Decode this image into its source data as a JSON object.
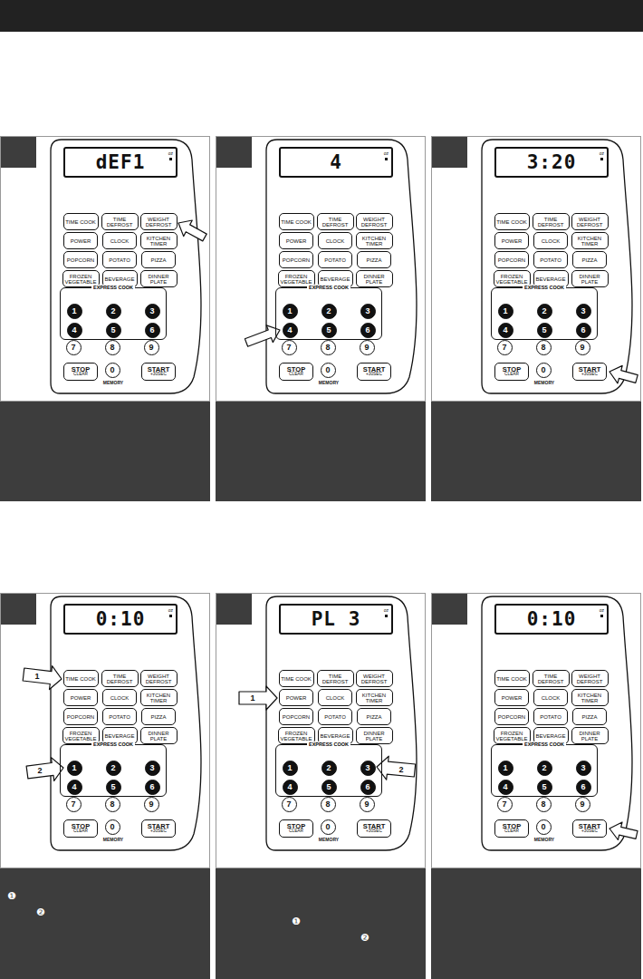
{
  "diagram": {
    "nodes": [
      {
        "text": [
          "dEF1",
          "oz"
        ]
      },
      {
        "text": [
          "TIME COOK"
        ]
      },
      {
        "text": [
          "TIME DEFROST"
        ]
      },
      {
        "text": [
          "WEIGHT DEFROST"
        ]
      },
      {
        "text": [
          "POWER"
        ]
      },
      {
        "text": [
          "CLOCK"
        ]
      },
      {
        "text": [
          "KITCHEN TIMER"
        ]
      },
      {
        "text": [
          "POPCORN"
        ]
      },
      {
        "text": [
          "POTATO"
        ]
      },
      {
        "text": [
          "PIZZA"
        ]
      },
      {
        "text": [
          "FROZEN VEGETABLE"
        ]
      },
      {
        "text": [
          "BEVERAGE"
        ]
      },
      {
        "text": [
          "DINNER PLATE"
        ]
      },
      {
        "text": [
          "EXPRESS COOK"
        ]
      },
      {
        "text": [
          "1"
        ],
        "in": 13
      },
      {
        "text": [
          "2"
        ],
        "in": 13
      },
      {
        "text": [
          "3"
        ],
        "in": 13
      },
      {
        "text": [
          "4"
        ],
        "in": 13
      },
      {
        "text": [
          "5"
        ],
        "in": 13
      },
      {
        "text": [
          "6"
        ],
        "in": 13
      },
      {
        "text": [
          "7"
        ]
      },
      {
        "text": [
          "8"
        ]
      },
      {
        "text": [
          "9"
        ]
      },
      {
        "text": [
          "STOP",
          "CLEAR"
        ]
      },
      {
        "text": [
          "0",
          "MEMORY"
        ]
      },
      {
        "text": [
          "START",
          "+30SEC"
        ]
      },
      {
        "text": [
          "4",
          "oz"
        ]
      },
      {
        "text": [
          "TIME COOK"
        ]
      },
      {
        "text": [
          "TIME DEFROST"
        ]
      },
      {
        "text": [
          "WEIGHT DEFROST"
        ]
      },
      {
        "text": [
          "POWER"
        ]
      },
      {
        "text": [
          "CLOCK"
        ]
      },
      {
        "text": [
          "KITCHEN TIMER"
        ]
      },
      {
        "text": [
          "POPCORN"
        ]
      },
      {
        "text": [
          "POTATO"
        ]
      },
      {
        "text": [
          "PIZZA"
        ]
      },
      {
        "text": [
          "FROZEN VEGETABLE"
        ]
      },
      {
        "text": [
          "BEVERAGE"
        ]
      },
      {
        "text": [
          "DINNER PLATE"
        ]
      },
      {
        "text": [
          "EXPRESS COOK"
        ]
      },
      {
        "text": [
          "1"
        ],
        "in": 39
      },
      {
        "text": [
          "2"
        ],
        "in": 39
      },
      {
        "text": [
          "3"
        ],
        "in": 39
      },
      {
        "text": [
          "4"
        ],
        "in": 39
      },
      {
        "text": [
          "5"
        ],
        "in": 39
      },
      {
        "text": [
          "6"
        ],
        "in": 39
      },
      {
        "text": [
          "7"
        ]
      },
      {
        "text": [
          "8"
        ]
      },
      {
        "text": [
          "9"
        ]
      },
      {
        "text": [
          "STOP",
          "CLEAR"
        ]
      },
      {
        "text": [
          "0",
          "MEMORY"
        ]
      },
      {
        "text": [
          "START",
          "+30SEC"
        ]
      },
      {
        "text": [
          "3:20",
          "oz"
        ]
      },
      {
        "text": [
          "TIME COOK"
        ]
      },
      {
        "text": [
          "TIME DEFROST"
        ]
      },
      {
        "text": [
          "WEIGHT DEFROST"
        ]
      },
      {
        "text": [
          "POWER"
        ]
      },
      {
        "text": [
          "CLOCK"
        ]
      },
      {
        "text": [
          "KITCHEN TIMER"
        ]
      },
      {
        "text": [
          "POPCORN"
        ]
      },
      {
        "text": [
          "POTATO"
        ]
      },
      {
        "text": [
          "PIZZA"
        ]
      },
      {
        "text": [
          "FROZEN VEGETABLE"
        ]
      },
      {
        "text": [
          "BEVERAGE"
        ]
      },
      {
        "text": [
          "DINNER PLATE"
        ]
      },
      {
        "text": [
          "EXPRESS COOK"
        ]
      },
      {
        "text": [
          "1"
        ],
        "in": 65
      },
      {
        "text": [
          "2"
        ],
        "in": 65
      },
      {
        "text": [
          "3"
        ],
        "in": 65
      },
      {
        "text": [
          "4"
        ],
        "in": 65
      },
      {
        "text": [
          "5"
        ],
        "in": 65
      },
      {
        "text": [
          "6"
        ],
        "in": 65
      },
      {
        "text": [
          "7"
        ]
      },
      {
        "text": [
          "8"
        ]
      },
      {
        "text": [
          "9"
        ]
      },
      {
        "text": [
          "STOP",
          "CLEAR"
        ]
      },
      {
        "text": [
          "0",
          "MEMORY"
        ]
      },
      {
        "text": [
          "START",
          "+30SEC"
        ]
      },
      {
        "text": [
          "0:10",
          "oz"
        ]
      },
      {
        "text": [
          "TIME COOK"
        ]
      },
      {
        "text": [
          "TIME DEFROST"
        ]
      },
      {
        "text": [
          "WEIGHT DEFROST"
        ]
      },
      {
        "text": [
          "POWER"
        ]
      },
      {
        "text": [
          "CLOCK"
        ]
      },
      {
        "text": [
          "KITCHEN TIMER"
        ]
      },
      {
        "text": [
          "POPCORN"
        ]
      },
      {
        "text": [
          "POTATO"
        ]
      },
      {
        "text": [
          "PIZZA"
        ]
      },
      {
        "text": [
          "FROZEN VEGETABLE"
        ]
      },
      {
        "text": [
          "BEVERAGE"
        ]
      },
      {
        "text": [
          "DINNER PLATE"
        ]
      },
      {
        "text": [
          "EXPRESS COOK"
        ]
      },
      {
        "text": [
          "1"
        ],
        "in": 91
      },
      {
        "text": [
          "2"
        ],
        "in": 91
      },
      {
        "text": [
          "3"
        ],
        "in": 91
      },
      {
        "text": [
          "4"
        ],
        "in": 91
      },
      {
        "text": [
          "5"
        ],
        "in": 91
      },
      {
        "text": [
          "6"
        ],
        "in": 91
      },
      {
        "text": [
          "7"
        ]
      },
      {
        "text": [
          "8"
        ]
      },
      {
        "text": [
          "9"
        ]
      },
      {
        "text": [
          "STOP",
          "CLEAR"
        ]
      },
      {
        "text": [
          "0",
          "MEMORY"
        ]
      },
      {
        "text": [
          "START",
          "+30SEC"
        ]
      },
      {
        "text": [
          "PL 3",
          "oz"
        ]
      },
      {
        "text": [
          "TIME COOK"
        ]
      },
      {
        "text": [
          "TIME DEFROST"
        ]
      },
      {
        "text": [
          "WEIGHT DEFROST"
        ]
      },
      {
        "text": [
          "POWER"
        ]
      },
      {
        "text": [
          "CLOCK"
        ]
      },
      {
        "text": [
          "KITCHEN TIMER"
        ]
      },
      {
        "text": [
          "POPCORN"
        ]
      },
      {
        "text": [
          "POTATO"
        ]
      },
      {
        "text": [
          "PIZZA"
        ]
      },
      {
        "text": [
          "FROZEN VEGETABLE"
        ]
      },
      {
        "text": [
          "BEVERAGE"
        ]
      },
      {
        "text": [
          "DINNER PLATE"
        ]
      },
      {
        "text": [
          "EXPRESS COOK"
        ]
      },
      {
        "text": [
          "1"
        ],
        "in": 117
      },
      {
        "text": [
          "2"
        ],
        "in": 117
      },
      {
        "text": [
          "3"
        ],
        "in": 117
      },
      {
        "text": [
          "4"
        ],
        "in": 117
      },
      {
        "text": [
          "5"
        ],
        "in": 117
      },
      {
        "text": [
          "6"
        ],
        "in": 117
      },
      {
        "text": [
          "7"
        ]
      },
      {
        "text": [
          "8"
        ]
      },
      {
        "text": [
          "9"
        ]
      },
      {
        "text": [
          "STOP",
          "CLEAR"
        ]
      },
      {
        "text": [
          "0",
          "MEMORY"
        ]
      },
      {
        "text": [
          "START",
          "+30SEC"
        ]
      },
      {
        "text": [
          "0:10",
          "oz"
        ]
      },
      {
        "text": [
          "TIME COOK"
        ]
      },
      {
        "text": [
          "TIME DEFROST"
        ]
      },
      {
        "text": [
          "WEIGHT DEFROST"
        ]
      },
      {
        "text": [
          "POWER"
        ]
      },
      {
        "text": [
          "CLOCK"
        ]
      },
      {
        "text": [
          "KITCHEN TIMER"
        ]
      },
      {
        "text": [
          "POPCORN"
        ]
      },
      {
        "text": [
          "POTATO"
        ]
      },
      {
        "text": [
          "PIZZA"
        ]
      },
      {
        "text": [
          "FROZEN VEGETABLE"
        ]
      },
      {
        "text": [
          "BEVERAGE"
        ]
      },
      {
        "text": [
          "DINNER PLATE"
        ]
      },
      {
        "text": [
          "EXPRESS COOK"
        ]
      },
      {
        "text": [
          "1"
        ],
        "in": 143
      },
      {
        "text": [
          "2"
        ],
        "in": 143
      },
      {
        "text": [
          "3"
        ],
        "in": 143
      },
      {
        "text": [
          "4"
        ],
        "in": 143
      },
      {
        "text": [
          "5"
        ],
        "in": 143
      },
      {
        "text": [
          "6"
        ],
        "in": 143
      },
      {
        "text": [
          "7"
        ]
      },
      {
        "text": [
          "8"
        ]
      },
      {
        "text": [
          "9"
        ]
      },
      {
        "text": [
          "STOP",
          "CLEAR"
        ]
      },
      {
        "text": [
          "0",
          "MEMORY"
        ]
      },
      {
        "text": [
          "START",
          "+30SEC"
        ]
      },
      {
        "text": [
          "❶",
          "❷"
        ]
      },
      {
        "text": [
          "❶",
          "❷"
        ]
      }
    ],
    "labels": [
      "1",
      "2",
      "1",
      "2"
    ]
  }
}
